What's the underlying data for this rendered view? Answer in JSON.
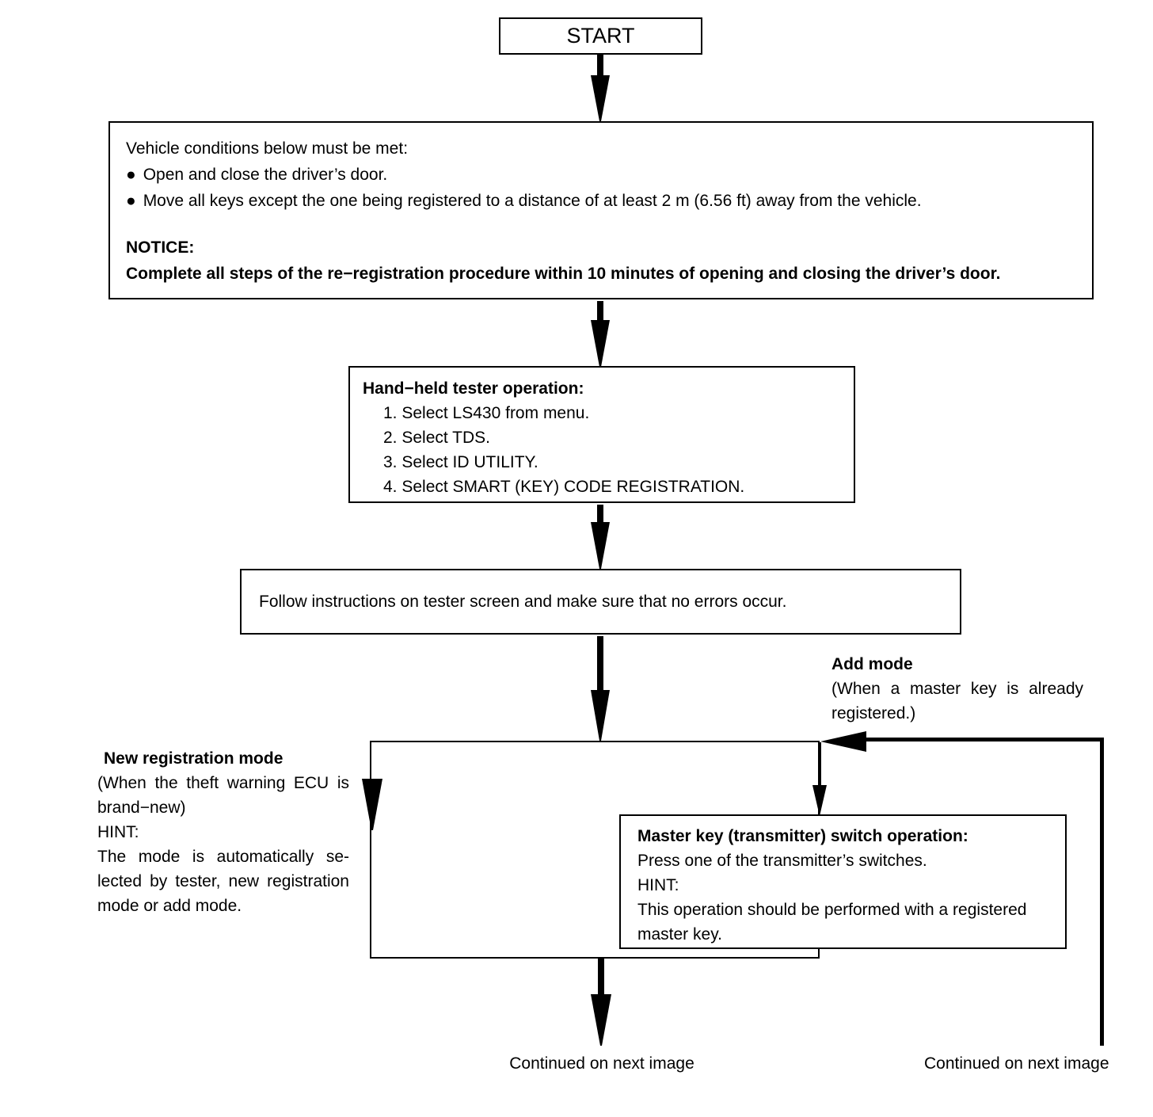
{
  "diagram": {
    "start": {
      "label": "START"
    },
    "conditions_box": {
      "intro": "Vehicle conditions below must be met:",
      "bullets": [
        "Open and close the driver’s door.",
        "Move all keys except the one being registered to a distance of at least 2 m (6.56 ft) away from the vehicle."
      ],
      "notice_label": "NOTICE:",
      "notice_text": "Complete all steps of the re−registration procedure within 10 minutes of opening and closing the driver’s door."
    },
    "tester_box": {
      "title": "Hand−held tester operation:",
      "steps": [
        "1. Select LS430 from menu.",
        "2. Select TDS.",
        "3. Select ID UTILITY.",
        "4. Select SMART (KEY) CODE REGISTRATION."
      ]
    },
    "follow_box": {
      "text": "Follow instructions on tester screen and make sure that no errors occur."
    },
    "add_mode_label": {
      "title": "Add mode",
      "line1": "(When a master key is already",
      "line2": "registered.)"
    },
    "new_mode_label": {
      "title": "New registration mode",
      "lines": [
        "(When the theft warning ECU is",
        "brand−new)",
        "HINT:",
        "The mode is automatically se-",
        "lected by tester, new registration",
        "mode or add mode."
      ]
    },
    "master_key_box": {
      "title": "Master key (transmitter) switch operation:",
      "lines": [
        "Press one of the transmitter’s switches.",
        "HINT:",
        "This operation should be performed with a registered",
        "master key."
      ]
    },
    "continued_center": "Continued on next image",
    "continued_right": "Continued on next image",
    "icons": {
      "bullet": "●"
    },
    "colors": {
      "line": "#000000",
      "background": "#ffffff"
    }
  }
}
